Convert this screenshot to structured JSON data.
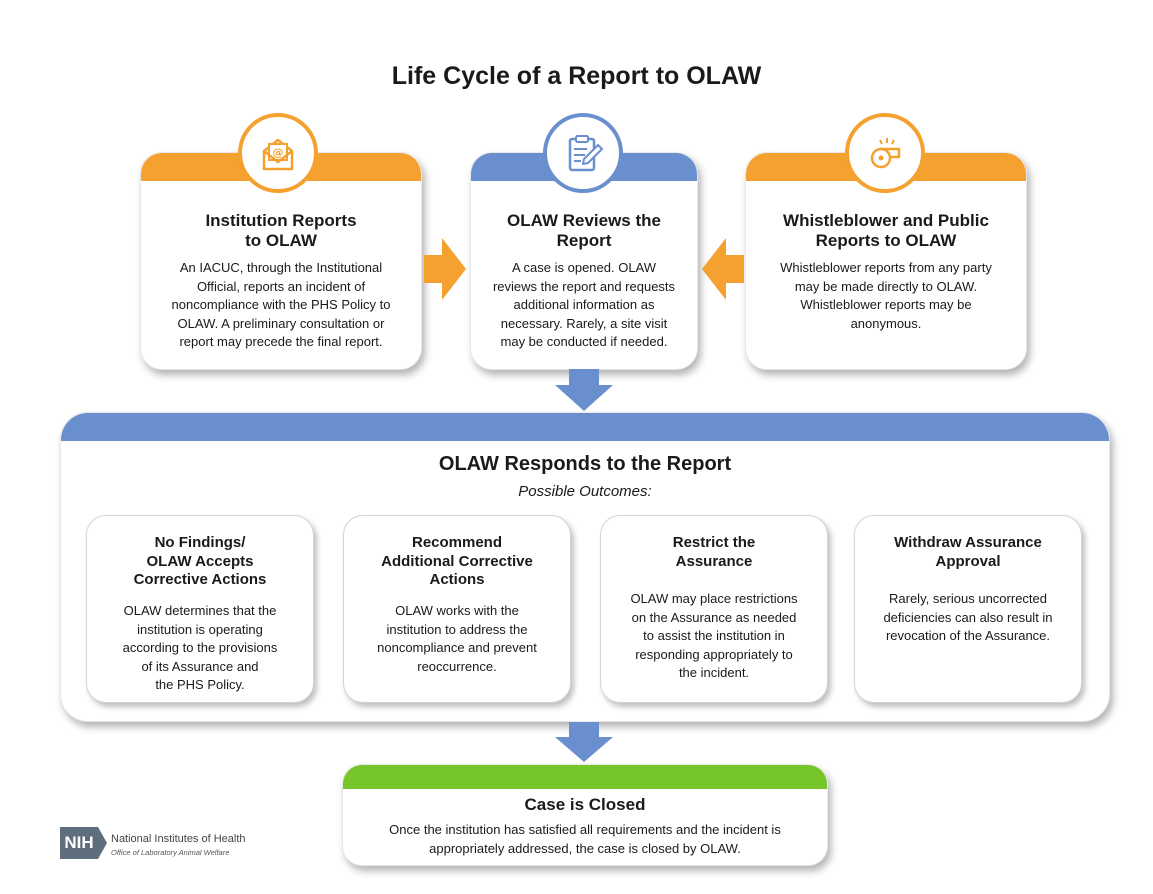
{
  "title": "Life Cycle of a Report to OLAW",
  "top_cards": [
    {
      "heading": "Institution Reports to OLAW",
      "heading_line1": "Institution Reports",
      "heading_line2": "to OLAW",
      "body": [
        "An IACUC, through the Institutional",
        "Official, reports an incident of",
        "noncompliance with the PHS Policy to",
        "OLAW. A preliminary consultation or",
        "report may precede the final report."
      ],
      "icon": "envelope-icon",
      "color": "#f4a130"
    },
    {
      "heading_line1": "OLAW Reviews the",
      "heading_line2": "Report",
      "body": [
        "A case is opened. OLAW",
        "reviews the report and requests",
        "additional information as",
        "necessary. Rarely, a site visit",
        "may be conducted if needed."
      ],
      "icon": "clipboard-icon",
      "color": "#6a8fce"
    },
    {
      "heading_line1": "Whistleblower and Public",
      "heading_line2": "Reports to OLAW",
      "body": [
        "Whistleblower reports from any party",
        "may be made directly to OLAW.",
        "Whistleblower reports may be",
        "anonymous."
      ],
      "icon": "whistle-icon",
      "color": "#f4a130"
    }
  ],
  "response": {
    "heading": "OLAW Responds to the Report",
    "subheading": "Possible Outcomes:",
    "outcomes": [
      {
        "heading": [
          "No Findings/",
          "OLAW Accepts",
          "Corrective Actions"
        ],
        "body": [
          "OLAW determines that the",
          "institution is operating",
          "according to the provisions",
          "of its Assurance and",
          "the PHS Policy."
        ]
      },
      {
        "heading": [
          "Recommend",
          "Additional Corrective",
          "Actions"
        ],
        "body": [
          "OLAW works with the",
          "institution to address the",
          "noncompliance and prevent",
          "reoccurrence."
        ]
      },
      {
        "heading": [
          "Restrict the",
          "Assurance"
        ],
        "body": [
          "OLAW may place restrictions",
          "on the Assurance as needed",
          "to assist the institution in",
          "responding appropriately to",
          "the incident."
        ]
      },
      {
        "heading": [
          "Withdraw Assurance",
          "Approval"
        ],
        "body": [
          "Rarely, serious uncorrected",
          "deficiencies can also result in",
          "revocation of the Assurance."
        ]
      }
    ]
  },
  "closed": {
    "heading": "Case is Closed",
    "body": [
      "Once the institution has satisfied all requirements and the incident is",
      "appropriately addressed, the case is closed by OLAW."
    ],
    "color": "#76c52a"
  },
  "logo": {
    "mark": "NIH",
    "name": "National Institutes of Health",
    "office": "Office of Laboratory Animal Welfare"
  },
  "colors": {
    "orange": "#f4a130",
    "blue": "#6a8fce",
    "green": "#76c52a"
  }
}
